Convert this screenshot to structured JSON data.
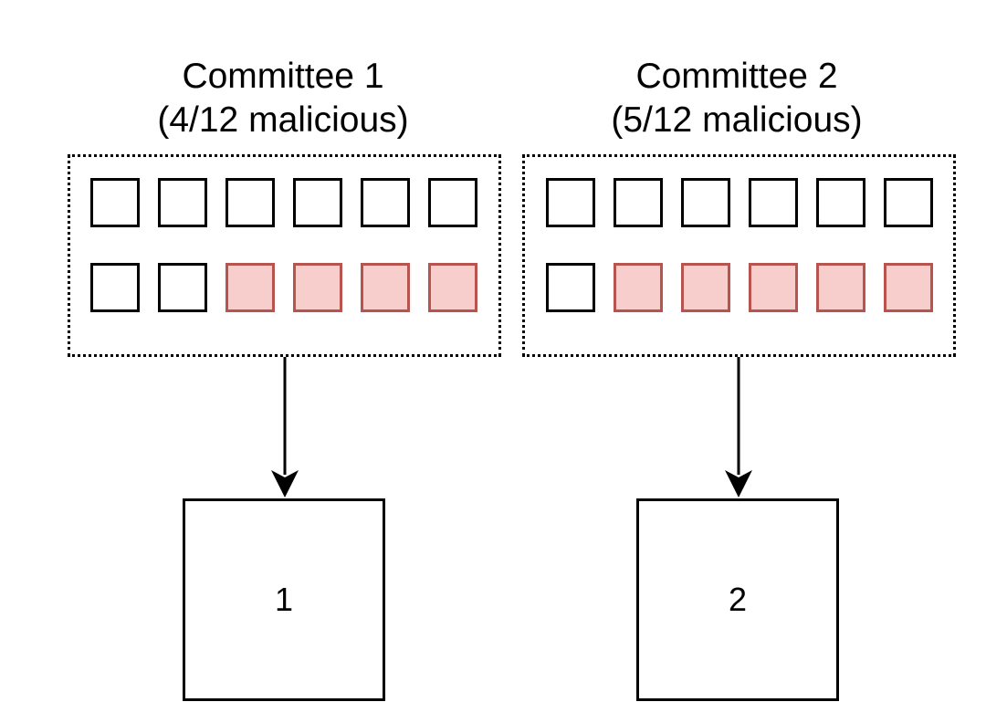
{
  "committees": [
    {
      "title": "Committee 1",
      "subtitle": "(4/12 malicious)",
      "rows": [
        [
          false,
          false,
          false,
          false,
          false,
          false
        ],
        [
          false,
          false,
          true,
          true,
          true,
          true
        ]
      ],
      "output_label": "1"
    },
    {
      "title": "Committee 2",
      "subtitle": "(5/12 malicious)",
      "rows": [
        [
          false,
          false,
          false,
          false,
          false,
          false
        ],
        [
          false,
          true,
          true,
          true,
          true,
          true
        ]
      ],
      "output_label": "2"
    }
  ],
  "colors": {
    "honest_fill": "#ffffff",
    "honest_stroke": "#000000",
    "malicious_fill": "#f8cecc",
    "malicious_stroke": "#b85450"
  }
}
